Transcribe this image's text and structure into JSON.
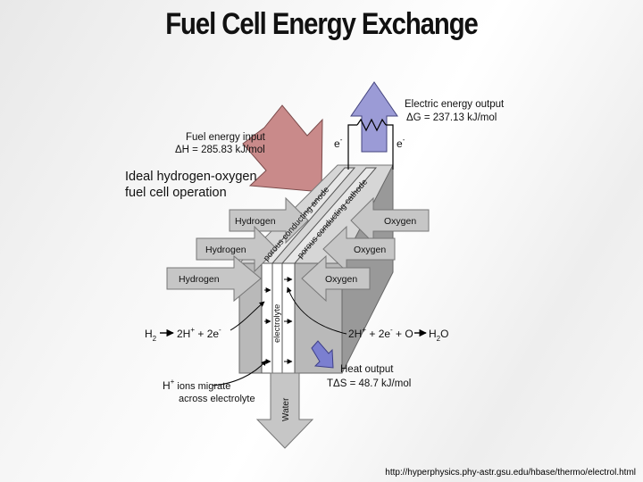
{
  "slide": {
    "title": "Fuel Cell Energy Exchange",
    "source_url": "http://hyperphysics.phy-astr.gsu.edu/hbase/thermo/electrol.html"
  },
  "diagram": {
    "fuel_input": {
      "label": "Fuel energy input",
      "value": "ΔH = 285.83 kJ/mol"
    },
    "electric_output": {
      "label": "Electric energy output",
      "value": "ΔG = 237.13 kJ/mol"
    },
    "heat_output": {
      "label": "Heat output",
      "value": "TΔS = 48.7 kJ/mol"
    },
    "caption": {
      "line1": "Ideal hydrogen-oxygen",
      "line2": "fuel cell operation"
    },
    "electron_left": {
      "base": "e",
      "sup": "-"
    },
    "electron_right": {
      "base": "e",
      "sup": "-"
    },
    "hydrogen_labels": [
      "Hydrogen",
      "Hydrogen",
      "Hydrogen"
    ],
    "oxygen_labels": [
      "Oxygen",
      "Oxygen",
      "Oxygen"
    ],
    "anode_label": "porous conducting anode",
    "cathode_label": "porous conducting cathode",
    "electrolyte_label": "electrolyte",
    "water_label": "Water",
    "anode_reaction": {
      "h": "H",
      "h_sub": "2",
      "products": "2H",
      "plus_sup": "+",
      "rest": " + 2e",
      "minus_sup": "-"
    },
    "cathode_reaction": {
      "lhs1": "2H",
      "plus_sup": "+",
      "lhs2": " + 2e",
      "minus_sup": "-",
      "lhs3": " + O",
      "rhs1": "H",
      "rhs_sub": "2",
      "rhs2": "O"
    },
    "ion_note": {
      "base": "H",
      "sup": "+",
      "line1": " ions migrate",
      "line2": "across electrolyte"
    }
  },
  "colors": {
    "fuel_arrow": "#c98a8a",
    "electric_arrow": "#9b9bd6",
    "heat_arrow": "#7b7fd0",
    "cell_front": "#b9b9b9",
    "cell_side": "#999999",
    "cell_top": "#d6d6d6",
    "gas_arrow": "#c6c6c6"
  }
}
